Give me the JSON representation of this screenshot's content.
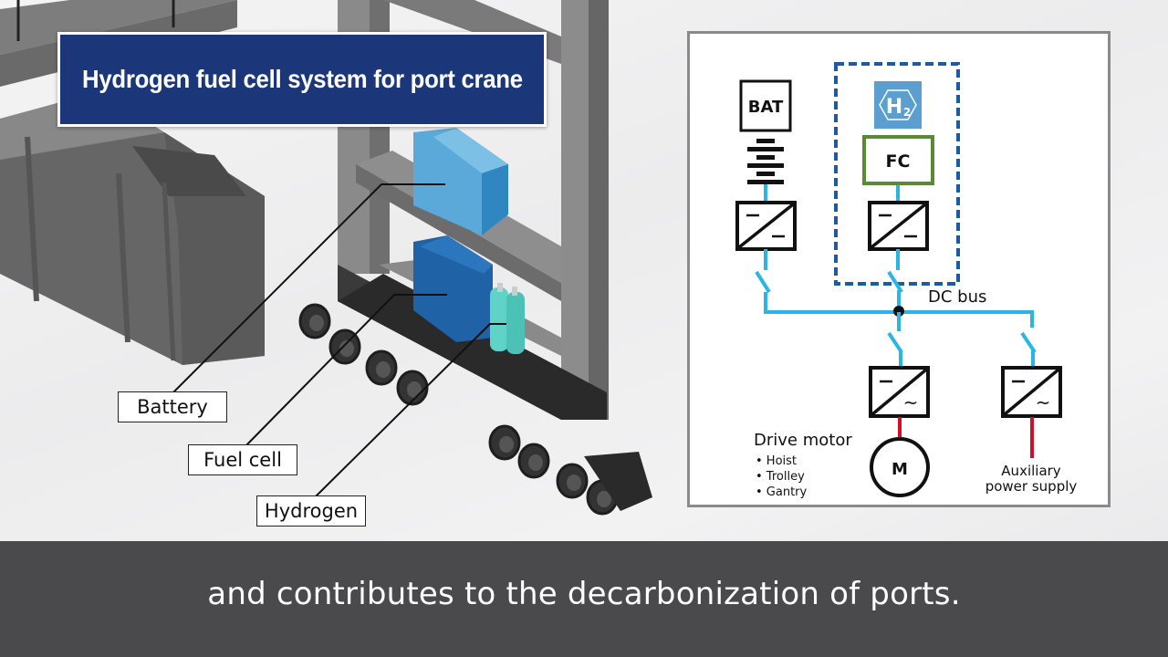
{
  "title": "Hydrogen fuel cell system for port crane",
  "illustration": {
    "callouts": [
      {
        "id": "battery",
        "label": "Battery"
      },
      {
        "id": "fuel-cell",
        "label": "Fuel cell"
      },
      {
        "id": "hydrogen",
        "label": "Hydrogen"
      }
    ],
    "colors": {
      "battery_block": "#5aa9d8",
      "fuel_cell_block": "#1f63a6",
      "hydrogen_tanks": "#5fd3c8",
      "frame": "#7a7a7a",
      "undercarriage": "#2b2b2b"
    }
  },
  "diagram": {
    "battery_label": "BAT",
    "fuel_cell_label": "FC",
    "hydrogen_icon_label": "H",
    "hydrogen_icon_sub": "2",
    "dc_bus_label": "DC bus",
    "motor_symbol": "M",
    "drive_motor": {
      "title": "Drive motor",
      "items": [
        "• Hoist",
        "• Trolley",
        "• Gantry"
      ]
    },
    "auxiliary": {
      "line1": "Auxiliary",
      "line2": "power supply"
    },
    "converter_dc_symbol": "—",
    "converter_ac_symbol": "~",
    "colors": {
      "bus_line": "#29b6e6",
      "ac_line": "#d0102a",
      "fc_border": "#5a8a34",
      "fc_group_dash": "#1f5aa0",
      "h2_icon_bg": "#5a9fd0"
    }
  },
  "subtitle": "and contributes to the decarbonization of ports."
}
